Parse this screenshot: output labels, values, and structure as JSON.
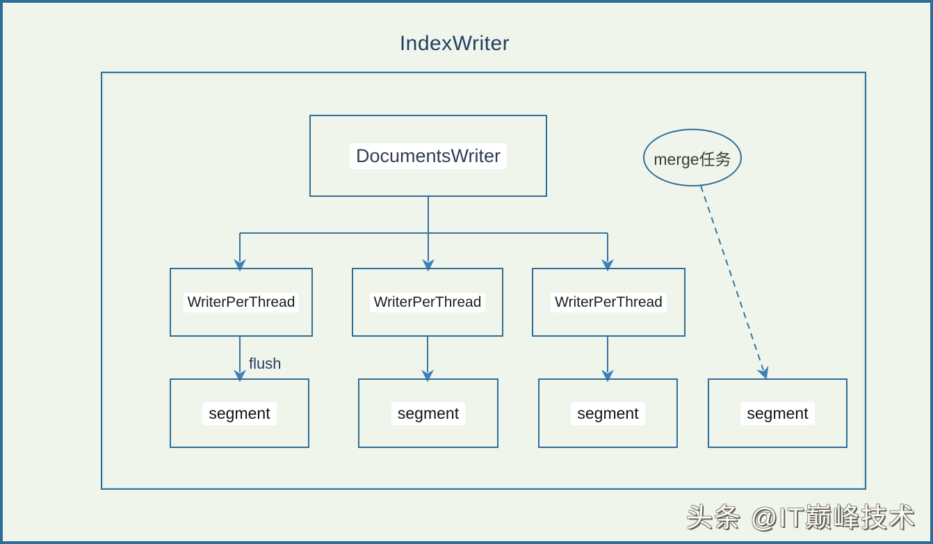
{
  "title": "IndexWriter",
  "diagram": {
    "documents_writer": {
      "label": "DocumentsWriter"
    },
    "writer_threads": [
      {
        "label": "WriterPerThread"
      },
      {
        "label": "WriterPerThread"
      },
      {
        "label": "WriterPerThread"
      }
    ],
    "segments": [
      {
        "label": "segment"
      },
      {
        "label": "segment"
      },
      {
        "label": "segment"
      },
      {
        "label": "segment"
      }
    ],
    "merge_task": {
      "label": "merge任务"
    },
    "flush_arrow_label": "flush"
  },
  "watermark": "头条 @IT巅峰技术",
  "colors": {
    "background": "#f0f5ec",
    "frame_border": "#2f6d99",
    "box_border": "#2e6d95",
    "arrow_stroke": "#34749f",
    "arrowhead_fill": "#3c80bd",
    "title_text": "#21405e"
  }
}
